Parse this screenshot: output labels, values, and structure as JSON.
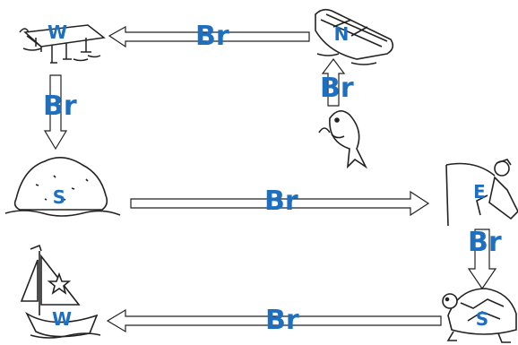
{
  "arrow_label": "Br",
  "stations": [
    {
      "letter": "W",
      "icon": "dock-icon"
    },
    {
      "letter": "N",
      "icon": "rowboat-icon"
    },
    {
      "letter": "S",
      "icon": "rock-island-icon"
    },
    {
      "letter": "E",
      "icon": "fisherman-icon"
    },
    {
      "letter": "W",
      "icon": "sailboat-icon"
    },
    {
      "letter": "S",
      "icon": "turtle-icon"
    }
  ],
  "arrows": [
    {
      "id": "arrow-top",
      "from": "N",
      "to": "W",
      "label": "Br"
    },
    {
      "id": "arrow-fish-up",
      "from": "fish",
      "to": "N",
      "label": "Br"
    },
    {
      "id": "arrow-left-down",
      "from": "W",
      "to": "S",
      "label": "Br"
    },
    {
      "id": "arrow-middle",
      "from": "S",
      "to": "E",
      "label": "Br"
    },
    {
      "id": "arrow-right-down",
      "from": "E",
      "to": "S",
      "label": "Br"
    },
    {
      "id": "arrow-bottom",
      "from": "S",
      "to": "W",
      "label": "Br"
    }
  ],
  "extra_icons": [
    "fish-icon"
  ],
  "colors": {
    "label": "#1f6fc0",
    "line": "#222222"
  }
}
